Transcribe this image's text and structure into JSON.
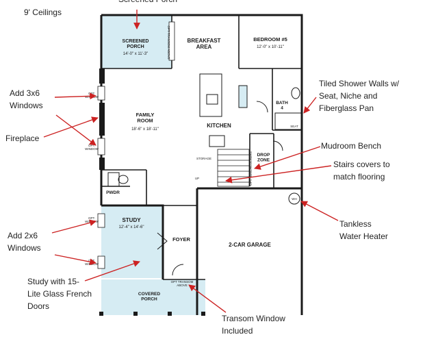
{
  "annotations": {
    "ceilings": "9' Ceilings",
    "screened_porch_top": "Screened Porch",
    "windows_3x6": "Add 3x6\nWindows",
    "fireplace": "Fireplace",
    "windows_2x6": "Add 2x6\nWindows",
    "study_doors": "Study with 15-\nLite Glass French\nDoors",
    "tiled_shower": "Tiled Shower Walls w/\nSeat, Niche and\nFiberglass Pan",
    "mudroom_bench": "Mudroom Bench",
    "stairs_covers": "Stairs covers to\nmatch flooring",
    "tankless": "Tankless\nWater Heater",
    "transom_window": "Transom Window\nIncluded"
  },
  "rooms": {
    "screened_porch": {
      "name": "SCREENED\nPORCH",
      "size": "14'-0\" x 11'-3\""
    },
    "breakfast": {
      "name": "BREAKFAST\nAREA"
    },
    "bedroom5": {
      "name": "BEDROOM #5",
      "size": "12'-0\" x 10'-11\""
    },
    "bath4": {
      "name": "BATH\n4"
    },
    "family": {
      "name": "FAMILY\nROOM",
      "size": "18'-6\" x 18'-11\""
    },
    "kitchen": {
      "name": "KITCHEN"
    },
    "drop_zone": {
      "name": "DROP\nZONE"
    },
    "pwdr": {
      "name": "PWDR"
    },
    "study": {
      "name": "STUDY",
      "size": "12'-4\" x 14'-6\""
    },
    "foyer": {
      "name": "FOYER"
    },
    "garage": {
      "name": "2-CAR GARAGE"
    },
    "covered_porch": {
      "name": "COVERED\nPORCH"
    }
  },
  "small_labels": {
    "opt_window": "OPT.\nWINDOW",
    "opt_transom_above_porch": "OPT TRANSOM ABOVE",
    "opt_transom_above_foyer": "OPT TRANSOM\nABOVE",
    "storage": "STORAGE",
    "up": "UP",
    "seat": "SEAT",
    "wh": "WH",
    "opt_bench": "OPT. BENCH/LOCKERS"
  },
  "colors": {
    "wall": "#1a1a1a",
    "porch_fill": "#d6ecf3",
    "annotation": "#222222",
    "arrow": "#cc2222"
  }
}
